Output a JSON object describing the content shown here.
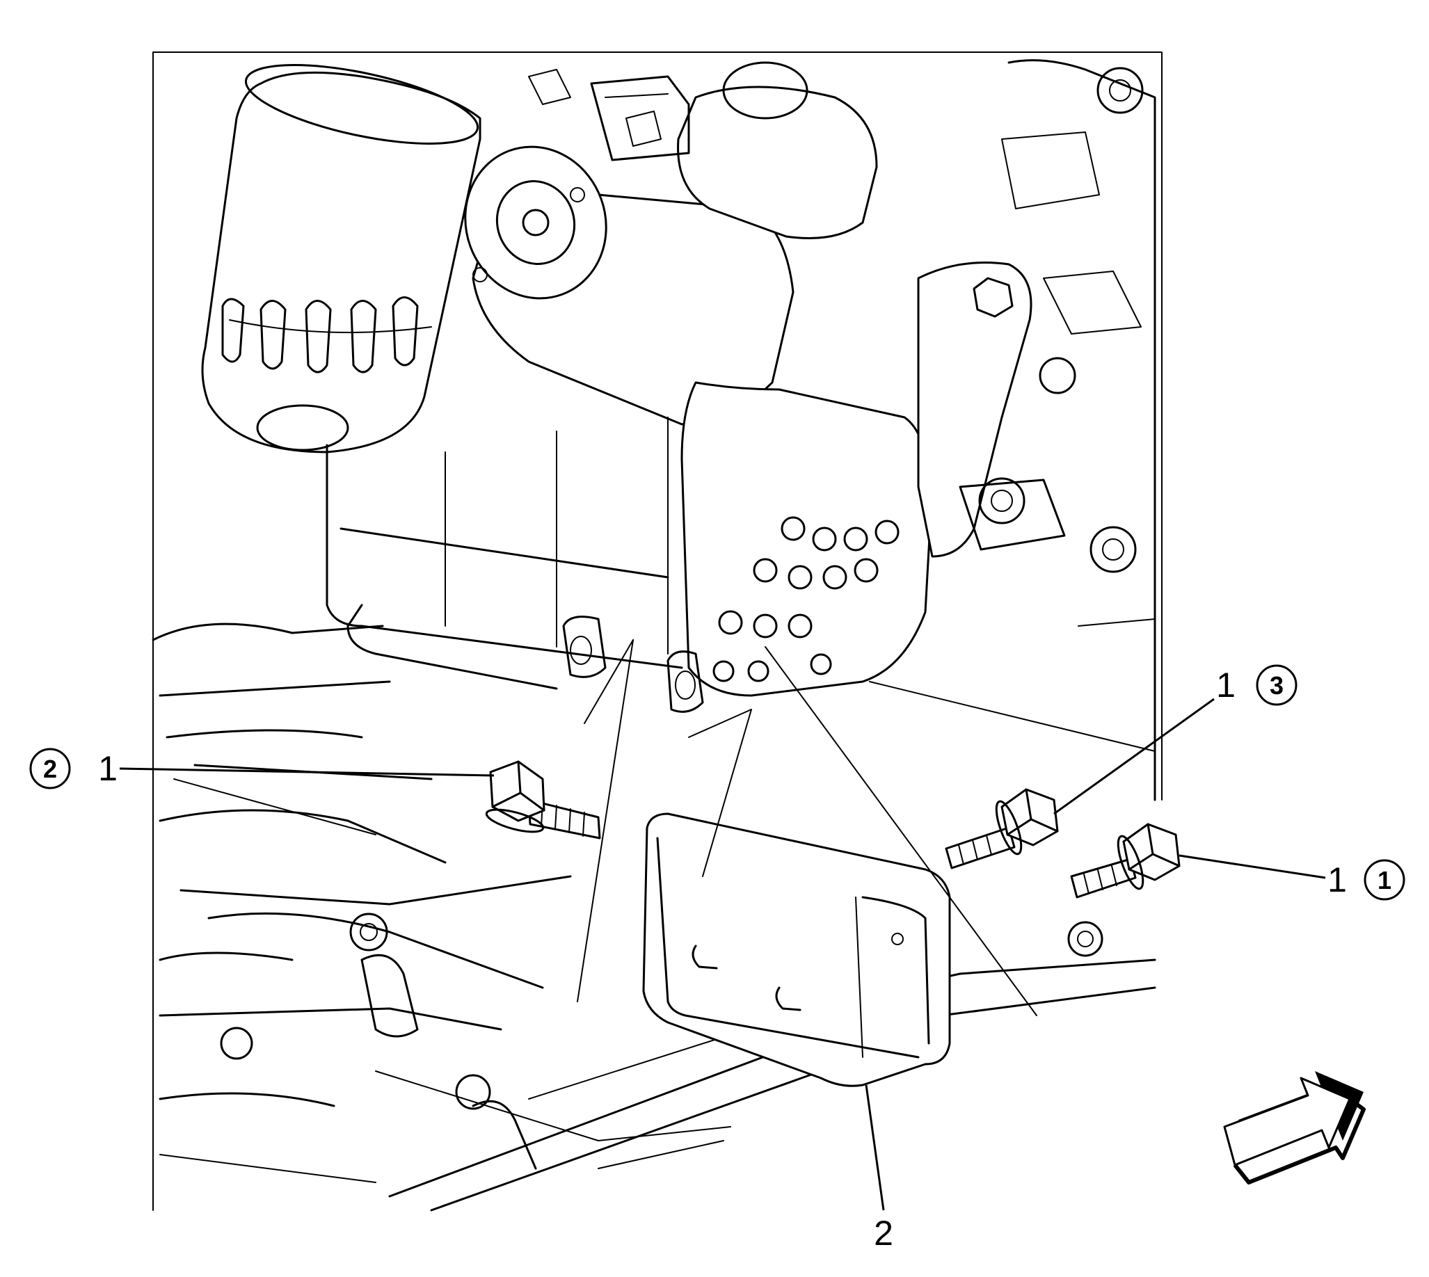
{
  "callouts": {
    "bolt_left": {
      "number": "1",
      "sequence": "2"
    },
    "bolt_middle": {
      "number": "1",
      "sequence": "3"
    },
    "bolt_right": {
      "number": "1",
      "sequence": "1"
    },
    "bracket": {
      "number": "2"
    }
  },
  "icons": {
    "orientation_arrow": "forward-arrow-icon"
  }
}
